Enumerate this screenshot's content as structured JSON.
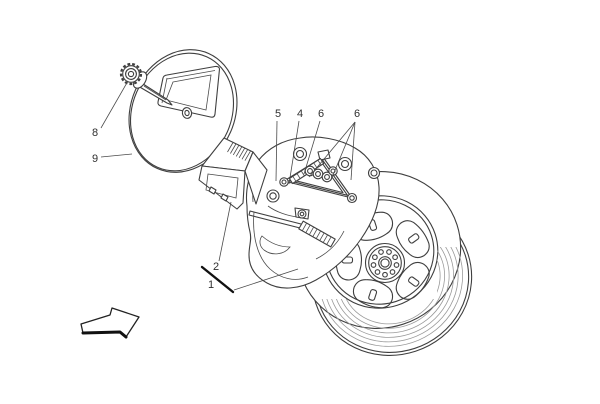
{
  "diagram": {
    "type": "exploded-parts-line-drawing",
    "subject": "spare wheel and tool kit equipment",
    "colors": {
      "background": "#ffffff",
      "line": "#3f3f3f",
      "light_line": "#9a9a9a",
      "label_text": "#2f2f2f",
      "accent_black": "#111111"
    },
    "callouts": {
      "c1": {
        "label": "1"
      },
      "c2": {
        "label": "2"
      },
      "c4": {
        "label": "4"
      },
      "c5": {
        "label": "5"
      },
      "c6a": {
        "label": "6"
      },
      "c6b": {
        "label": "6"
      },
      "c8": {
        "label": "8"
      },
      "c9": {
        "label": "9"
      }
    },
    "drawn_parts": [
      "road-wheel-with-tire",
      "foam-tool-tray",
      "scissor-jack",
      "knob-bolts",
      "tool-case",
      "cover-disc",
      "retaining-knob-bolt",
      "lever-handle"
    ],
    "direction_arrow": {
      "icon": "direction-arrow",
      "points": "up-right"
    }
  }
}
